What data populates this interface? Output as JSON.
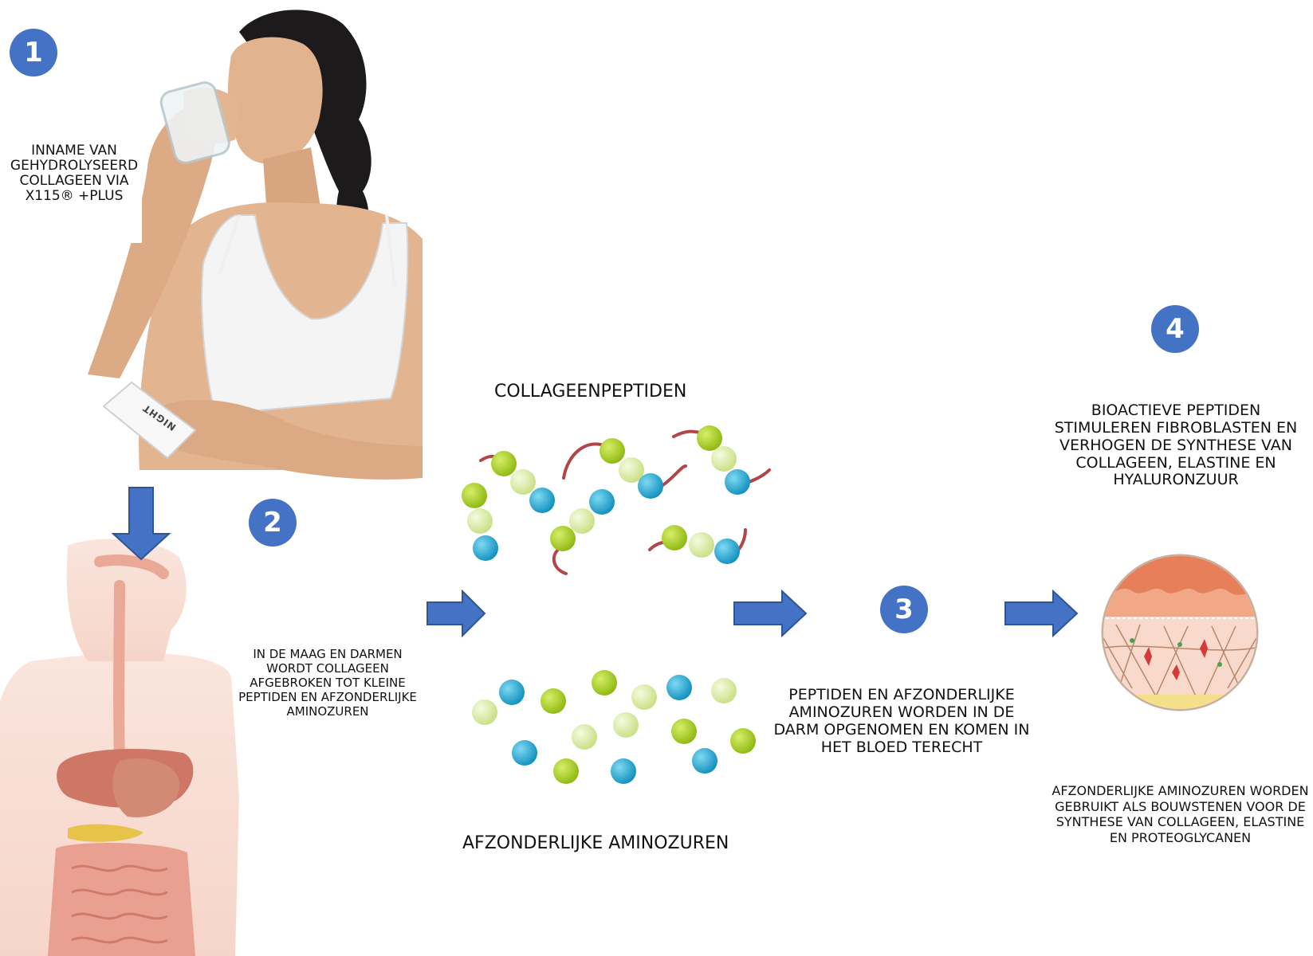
{
  "steps": {
    "one": "1",
    "two": "2",
    "three": "3",
    "four": "4"
  },
  "captions": {
    "intake": "INNAME VAN GEHYDROLYSEERD COLLAGEEN VIA X115® +PLUS",
    "stomach": "IN DE MAAG EN DARMEN WORDT COLLAGEEN AFGEBROKEN TOT KLEINE PEPTIDEN EN AFZONDERLIJKE AMINOZUREN",
    "peptides_title": "COLLAGEENPEPTIDEN",
    "amino_title": "AFZONDERLIJKE AMINOZUREN",
    "absorption": "PEPTIDEN EN AFZONDERLIJKE AMINOZUREN WORDEN IN DE DARM OPGENOMEN EN KOMEN IN HET BLOED TERECHT",
    "bioactive": "BIOACTIEVE PEPTIDEN STIMULEREN FIBROBLASTEN EN VERHOGEN DE SYNTHESE VAN COLLAGEEN, ELASTINE EN HYALURONZUUR",
    "building_blocks": "AFZONDERLIJKE AMINOZUREN WORDEN GEBRUIKT ALS BOUWSTENEN VOOR DE SYNTHESE VAN COLLAGEEN, ELASTINE EN PROTEOGLYCANEN"
  },
  "sachet_label": "NIGHT",
  "colors": {
    "badge": "#4472c4",
    "arrow": "#4472c4",
    "bead_green": "#a8cc22",
    "bead_pale": "#dbe9a6",
    "bead_blue": "#1fa3cf",
    "chain": "#b0464a",
    "body_pink": "#f6d3c6"
  },
  "icons": {
    "woman": "woman-drinking-illustration",
    "digestive": "digestive-system-illustration",
    "skin": "skin-cross-section-illustration"
  }
}
